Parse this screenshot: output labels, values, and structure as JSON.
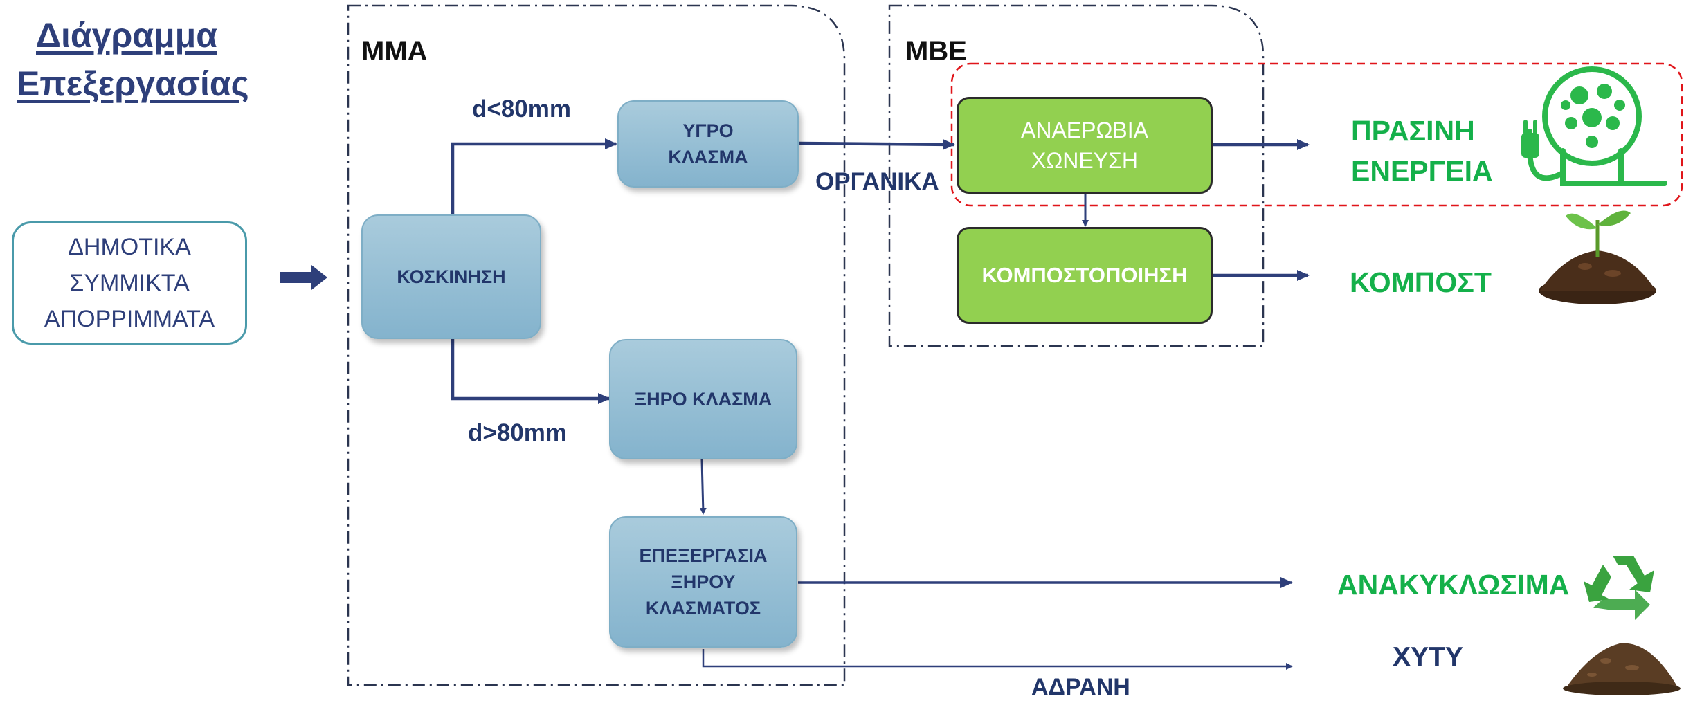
{
  "title": {
    "line1": "Διάγραμμα",
    "line2": "Επεξεργασίας"
  },
  "input": {
    "line1": "ΔΗΜΟΤΙΚΑ",
    "line2": "ΣΥΜΜΙΚΤΑ",
    "line3": "ΑΠΟΡΡΙΜΜΑΤΑ"
  },
  "mma": {
    "label": "ΜΜΑ",
    "screening": "ΚΟΣΚΙΝΗΣΗ",
    "wet_fraction": {
      "line1": "ΥΓΡΟ",
      "line2": "ΚΛΑΣΜΑ"
    },
    "dry_fraction": "ΞΗΡΟ ΚΛΑΣΜΑ",
    "dry_processing": {
      "line1": "ΕΠΕΞΕΡΓΑΣΙΑ",
      "line2": "ΞΗΡΟΥ",
      "line3": "ΚΛΑΣΜΑΤΟΣ"
    },
    "small_label": "d<80mm",
    "large_label": "d>80mm"
  },
  "mbe": {
    "label": "ΜΒΕ",
    "anaerobic": {
      "line1": "ΑΝΑΕΡΩΒΙΑ",
      "line2": "ΧΩΝΕΥΣΗ"
    },
    "composting": "ΚΟΜΠΟΣΤΟΠΟΙΗΣΗ"
  },
  "flow_labels": {
    "organics": "ΟΡΓΑΝΙΚΑ",
    "inert": "ΑΔΡΑΝΗ"
  },
  "outputs": {
    "green_energy": {
      "line1": "ΠΡΑΣΙΝΗ",
      "line2": "ΕΝΕΡΓΕΙΑ"
    },
    "compost": "ΚΟΜΠΟΣΤ",
    "recyclables": "ΑΝΑΚΥΚΛΩΣΙΜΑ",
    "landfill": "ΧΥΤΥ"
  },
  "icons": [
    "green-energy-bulb-icon",
    "plant-seedling-icon",
    "recycle-icon",
    "soil-pile-icon"
  ],
  "colors": {
    "title": "#2e3f7a",
    "flow_arrow": "#2e3f7a",
    "green_box": "#92d050",
    "green_text": "#14b04a",
    "highlight_dashed": "#e0151a"
  }
}
